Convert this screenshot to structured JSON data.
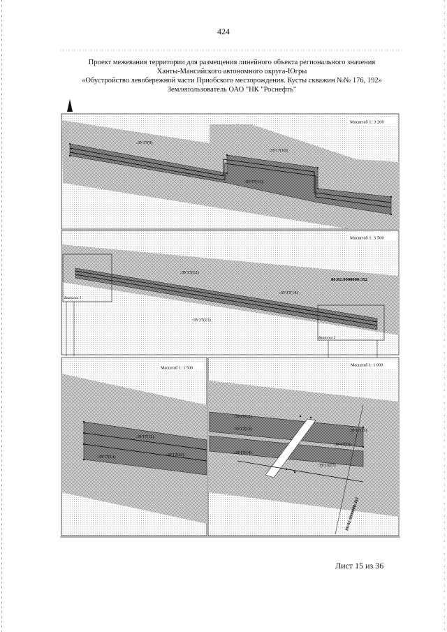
{
  "page_number": "424",
  "header": {
    "line1": "Проект межевания территории для размещения линейного объекта регионального значения",
    "line2": "Ханты-Мансийского автономного округа-Югры",
    "line3": "«Обустройство левобережной части Приобского месторождения. Кусты скважин №№ 176, 192»",
    "line4": "Землепользователь ОАО \"НК \"Роснефть\""
  },
  "panel1": {
    "scale": "Масштаб 1: 3 200",
    "labels": {
      "a": ":ЗУ17(9)",
      "b": ":ЗУ17(10)",
      "c": ":ЗУ17(11)"
    }
  },
  "panel2": {
    "scale": "Масштаб 1: 3 500",
    "cadastral": "86:02:0000000:352",
    "labels": {
      "a": ":ЗУ17(12)",
      "b": ":ЗУ17(14)",
      "c": ":ЗУ17(13)"
    },
    "inset1": "Выноска 1",
    "inset2": "Выноска 2"
  },
  "panel3": {
    "scale": "Масштаб 1: 1 500",
    "labels": {
      "a": ":ЗУ17(12)",
      "b": ":ЗУ17(13)",
      "c": ":ЗУ17(14)"
    }
  },
  "panel4": {
    "scale": "Масштаб 1: 1 000",
    "labels": {
      "a": ":ЗУ17(12)",
      "b": ":ЗУ17(13)",
      "c": ":ЗУ17(14)",
      "d": ":ЗУ17(15)",
      "e": ":ЗУ17(16)",
      "f": ":ЗУ17(17)"
    },
    "cadastral": "86:02:0000000:352"
  },
  "footer": "Лист 15 из 36"
}
